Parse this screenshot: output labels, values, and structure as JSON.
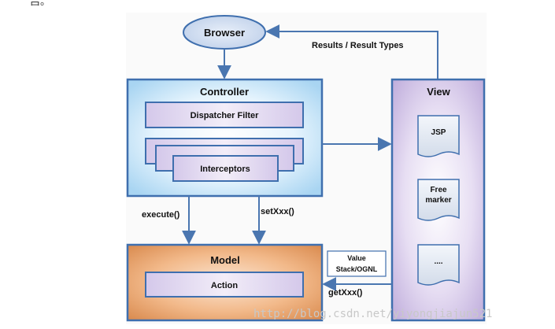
{
  "corner_glyph": "吕。",
  "nodes": {
    "browser": "Browser",
    "controller": "Controller",
    "dispatcher": "Dispatcher Filter",
    "interceptors": "Interceptors",
    "view": "View",
    "jsp": "JSP",
    "free_line1": "Free",
    "free_line2": "marker",
    "dots": "....",
    "model": "Model",
    "action": "Action",
    "value_line1": "Value",
    "value_line2": "Stack/OGNL"
  },
  "edges": {
    "results": "Results / Result Types",
    "execute": "execute()",
    "setxxx": "setXxx()",
    "getxxx": "getXxx()"
  },
  "watermark": "http://blog.csdn.net/yiyongjiajun521",
  "colors": {
    "arrow": "#4a76b0",
    "box_border": "#3f6fae",
    "browser_fill": "#cfdcef",
    "controller_fill": "#dff0fb",
    "purple_fill": "#ddd3ee",
    "model_fill": "#f0b07c"
  }
}
